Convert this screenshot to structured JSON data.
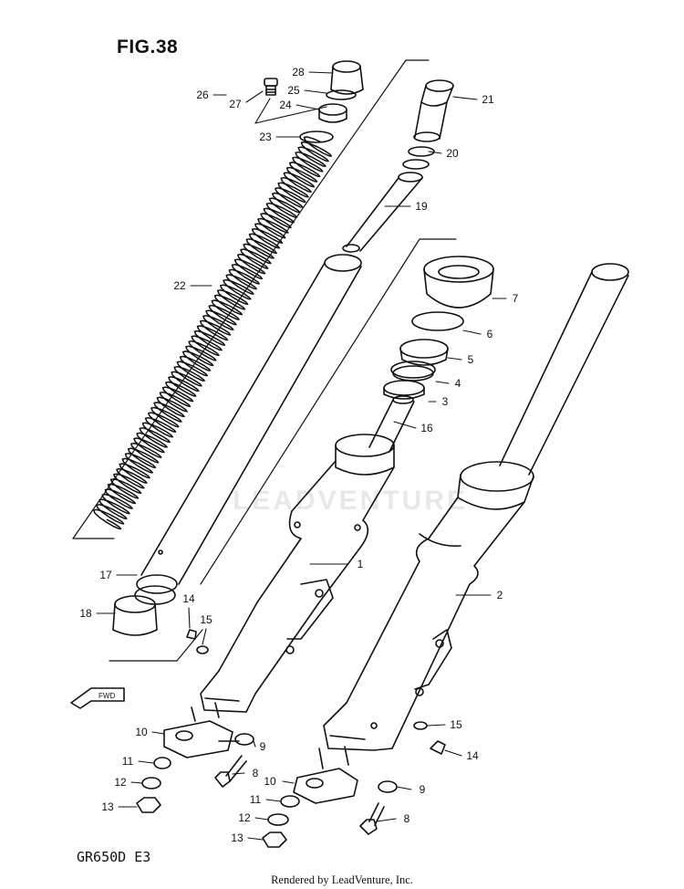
{
  "figure": {
    "title": "FIG.38",
    "model_code": "GR650D E3",
    "footer": "Rendered by LeadVenture, Inc.",
    "watermark": "LEADVENTURE",
    "fwd_arrow_label": "FWD"
  },
  "callouts": [
    {
      "id": "1",
      "label": "1"
    },
    {
      "id": "2",
      "label": "2"
    },
    {
      "id": "3",
      "label": "3"
    },
    {
      "id": "4",
      "label": "4"
    },
    {
      "id": "5",
      "label": "5"
    },
    {
      "id": "6",
      "label": "6"
    },
    {
      "id": "7",
      "label": "7"
    },
    {
      "id": "8a",
      "label": "8"
    },
    {
      "id": "8b",
      "label": "8"
    },
    {
      "id": "9a",
      "label": "9"
    },
    {
      "id": "9b",
      "label": "9"
    },
    {
      "id": "10a",
      "label": "10"
    },
    {
      "id": "10b",
      "label": "10"
    },
    {
      "id": "11a",
      "label": "11"
    },
    {
      "id": "11b",
      "label": "11"
    },
    {
      "id": "12a",
      "label": "12"
    },
    {
      "id": "12b",
      "label": "12"
    },
    {
      "id": "13a",
      "label": "13"
    },
    {
      "id": "13b",
      "label": "13"
    },
    {
      "id": "14a",
      "label": "14"
    },
    {
      "id": "14b",
      "label": "14"
    },
    {
      "id": "15a",
      "label": "15"
    },
    {
      "id": "15b",
      "label": "15"
    },
    {
      "id": "16",
      "label": "16"
    },
    {
      "id": "17",
      "label": "17"
    },
    {
      "id": "18",
      "label": "18"
    },
    {
      "id": "19",
      "label": "19"
    },
    {
      "id": "20",
      "label": "20"
    },
    {
      "id": "21",
      "label": "21"
    },
    {
      "id": "22",
      "label": "22"
    },
    {
      "id": "23",
      "label": "23"
    },
    {
      "id": "24",
      "label": "24"
    },
    {
      "id": "25",
      "label": "25"
    },
    {
      "id": "26",
      "label": "26"
    },
    {
      "id": "27",
      "label": "27"
    },
    {
      "id": "28",
      "label": "28"
    }
  ]
}
